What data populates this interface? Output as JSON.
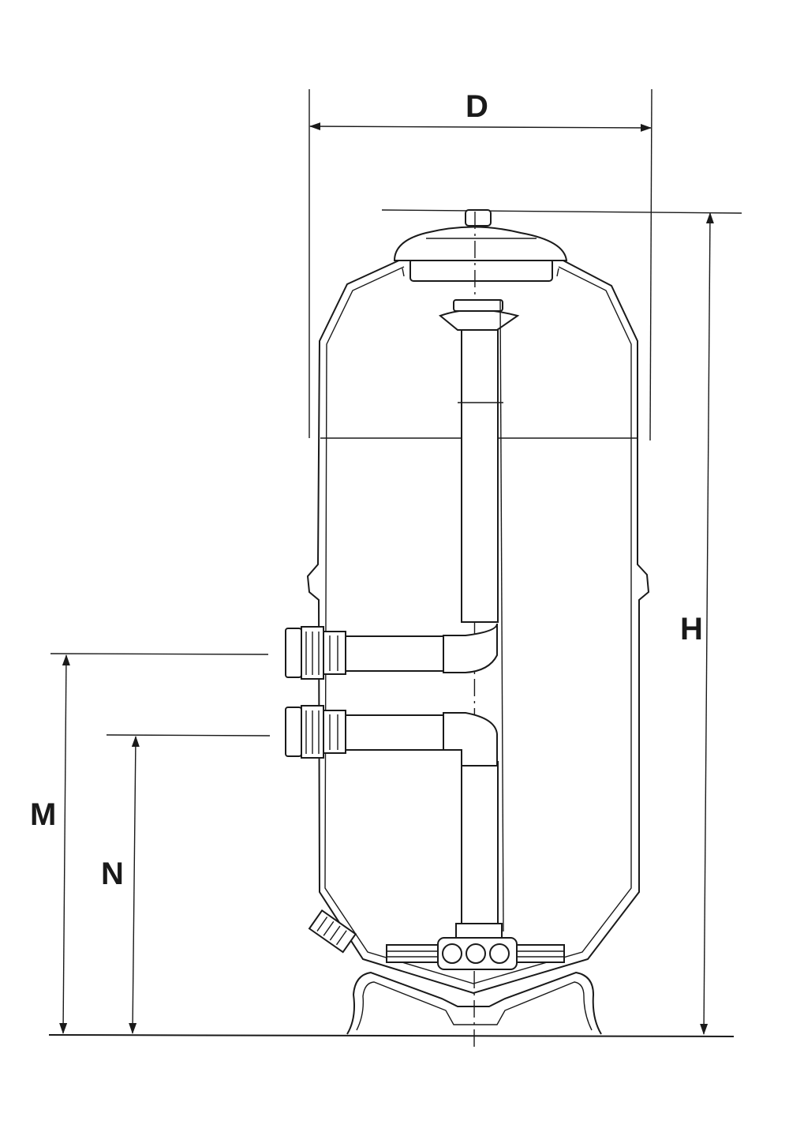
{
  "diagram": {
    "type": "technical drawing - vertical sand filter tank",
    "dimensions": {
      "diameter_label": "D",
      "height_label": "H",
      "upper_port_height_label": "M",
      "lower_port_height_label": "N"
    },
    "colors": {
      "line": "#1a1a1a",
      "background": "#ffffff"
    }
  }
}
